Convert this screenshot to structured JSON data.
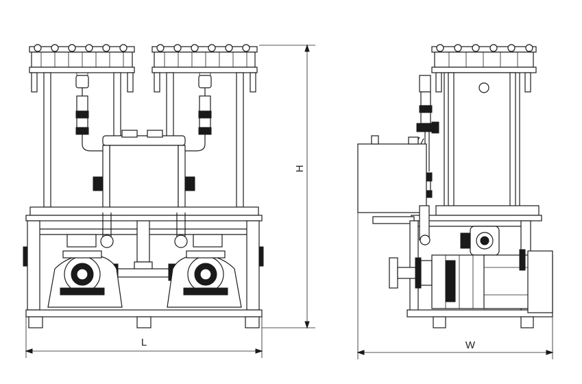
{
  "dimensions": {
    "length_label": "L",
    "height_label": "H",
    "width_label": "W"
  },
  "colors": {
    "line": "#1a1a1a",
    "background": "#ffffff"
  }
}
